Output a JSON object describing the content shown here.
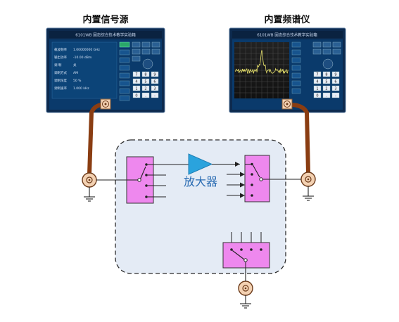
{
  "signal_source": {
    "title": "内置信号源",
    "window_title": "6101WB 固态综合技术教学实验箱",
    "param_rows": [
      {
        "label": "载波频率",
        "value": "1.00000000 GHz"
      },
      {
        "label": "输出功率",
        "value": "-10.00 dBm"
      },
      {
        "label": "调    制",
        "value": "关"
      },
      {
        "label": "调制方式",
        "value": "AM"
      },
      {
        "label": "调制深度",
        "value": "50 %"
      },
      {
        "label": "调制速率",
        "value": "1.000 kHz"
      }
    ],
    "keypad": [
      "7",
      "8",
      "9",
      "4",
      "5",
      "6",
      "1",
      "2",
      "3",
      "0",
      ".",
      "-"
    ]
  },
  "spectrum_analyzer": {
    "title": "内置频谱仪",
    "window_title": "6101WB 固态综合技术教学实验箱",
    "keypad": [
      "7",
      "8",
      "9",
      "4",
      "5",
      "6",
      "1",
      "2",
      "3",
      "0",
      ".",
      "-"
    ]
  },
  "amplifier_label": "放大器",
  "colors": {
    "device_frame": "#0d2a4e",
    "screen_bg": "#0a3a6b",
    "cable": "#8a3d12",
    "switch_fill": "#ee88ee",
    "amplifier": "#2aa3dd",
    "amplifier_text": "#2a6cb3",
    "board_bg": "#e4ebf5",
    "connector": "#f3d1b2"
  }
}
